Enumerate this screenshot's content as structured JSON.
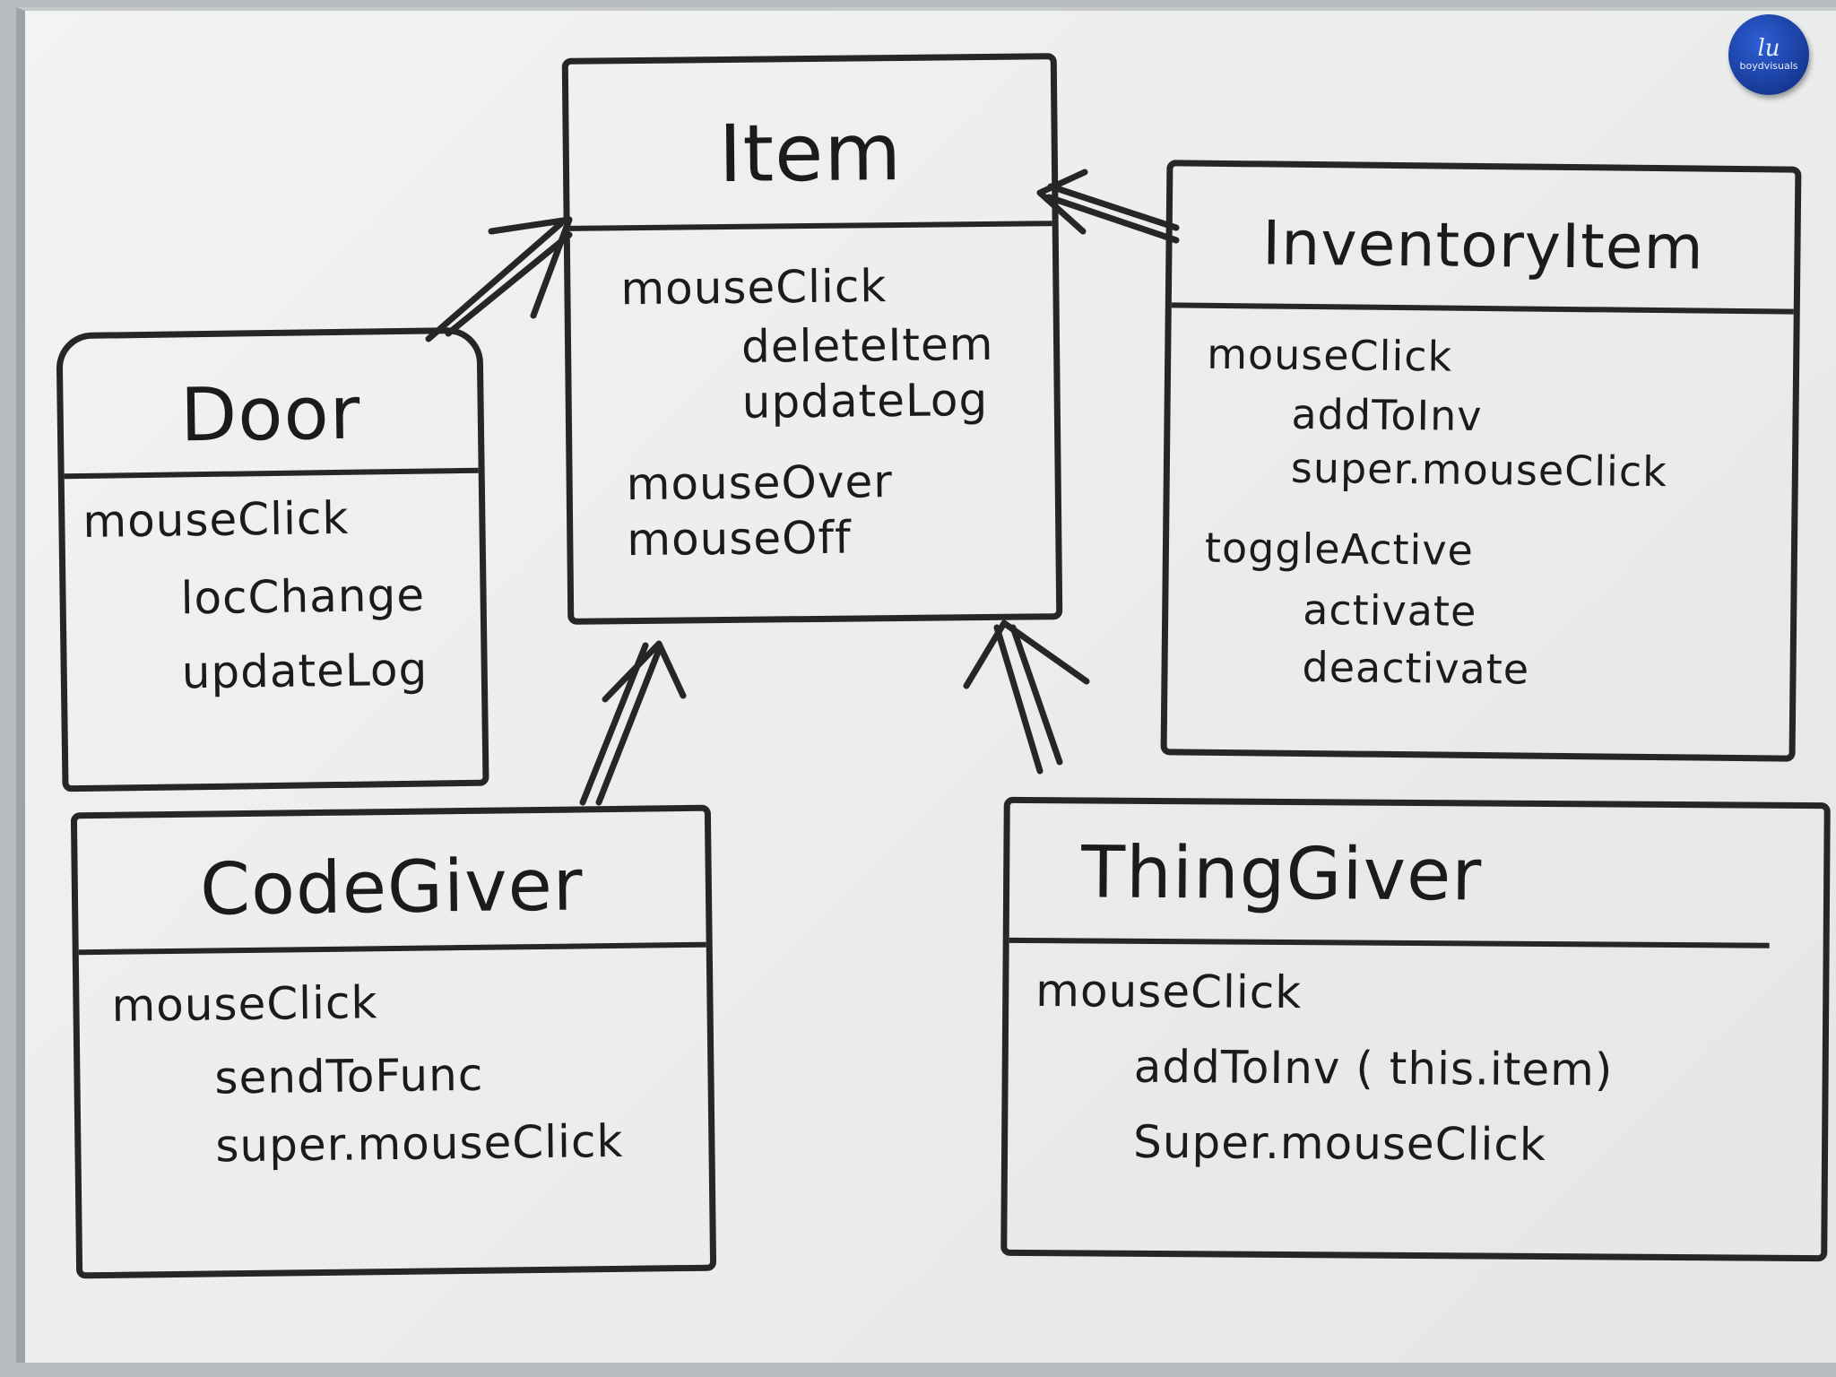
{
  "magnet": {
    "mark": "lu",
    "brand": "boydvisuals"
  },
  "classes": {
    "item": {
      "name": "Item",
      "groups": [
        [
          "mouseClick",
          "deleteItem",
          "updateLog"
        ],
        [
          "mouseOver",
          "mouseOff"
        ]
      ]
    },
    "door": {
      "name": "Door",
      "groups": [
        [
          "mouseClick",
          "locChange",
          "updateLog"
        ]
      ]
    },
    "inventory_item": {
      "name": "InventoryItem",
      "groups": [
        [
          "mouseClick",
          "addToInv",
          "super.mouseClick"
        ],
        [
          "toggleActive",
          "activate",
          "deactivate"
        ]
      ]
    },
    "code_giver": {
      "name": "CodeGiver",
      "groups": [
        [
          "mouseClick",
          "sendToFunc",
          "super.mouseClick"
        ]
      ]
    },
    "thing_giver": {
      "name": "ThingGiver",
      "groups": [
        [
          "mouseClick",
          "addToInv ( this.item)",
          "Super.mouseClick"
        ]
      ]
    }
  },
  "relations": [
    {
      "from": "Door",
      "to": "Item",
      "type": "inherits"
    },
    {
      "from": "InventoryItem",
      "to": "Item",
      "type": "inherits"
    },
    {
      "from": "CodeGiver",
      "to": "Item",
      "type": "inherits"
    },
    {
      "from": "ThingGiver",
      "to": "Item",
      "type": "inherits"
    }
  ]
}
